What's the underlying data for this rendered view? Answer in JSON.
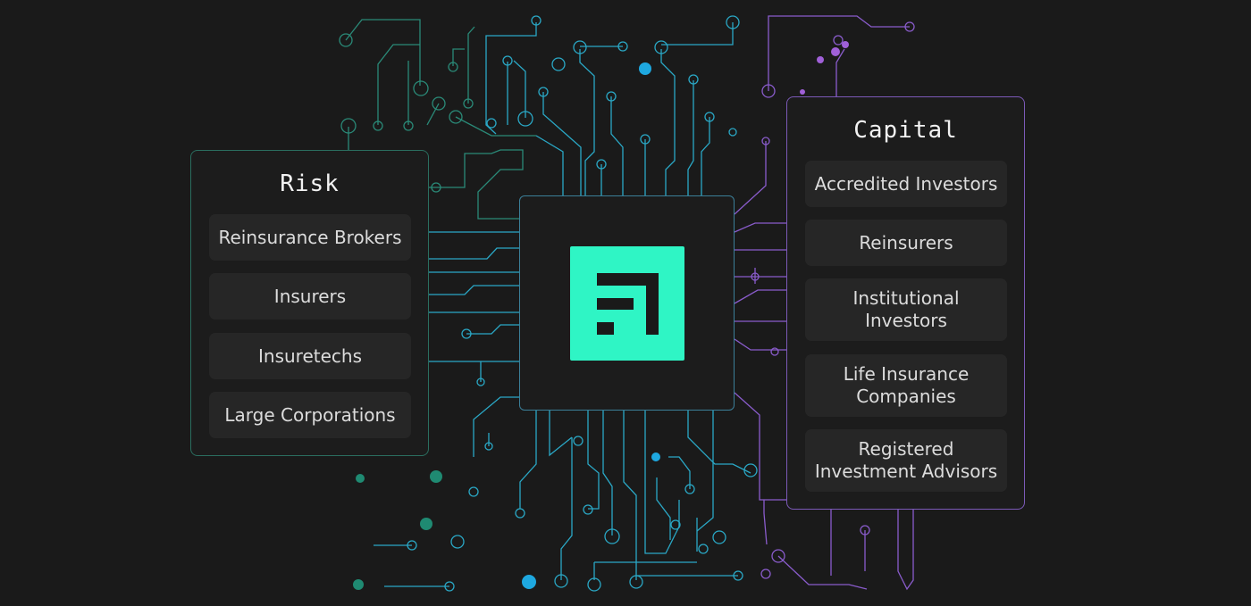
{
  "risk": {
    "title": "Risk",
    "items": [
      {
        "label": "Reinsurance Brokers"
      },
      {
        "label": "Insurers"
      },
      {
        "label": "Insuretechs"
      },
      {
        "label": "Large Corporations"
      }
    ]
  },
  "capital": {
    "title": "Capital",
    "items": [
      {
        "label": "Accredited Investors"
      },
      {
        "label": "Reinsurers"
      },
      {
        "label": "Institutional\nInvestors"
      },
      {
        "label": "Life Insurance\nCompanies"
      },
      {
        "label": "Registered\nInvestment Advisors"
      }
    ]
  },
  "chip": {
    "icon": "brand-logo-icon",
    "color": "#2ff5c5"
  },
  "colors": {
    "background": "#1a1a1a",
    "risk_accent": "#2a6e5f",
    "capital_accent": "#7c5ab8",
    "trace_teal": "#2a9a8a",
    "trace_cyan": "#28b6d8",
    "trace_purple": "#8a5ccc"
  }
}
